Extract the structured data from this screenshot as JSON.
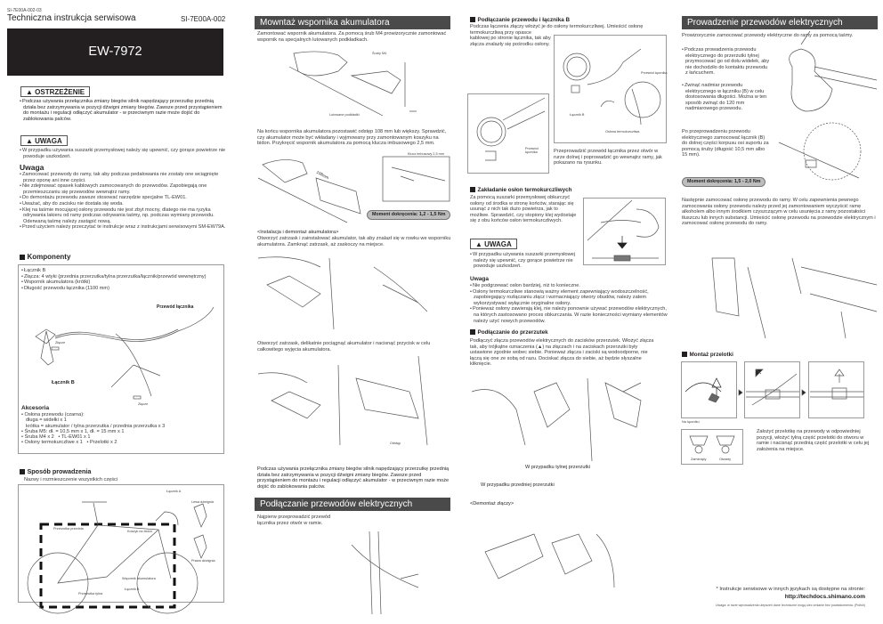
{
  "header": {
    "doc_code": "SI-7E00A-002-03",
    "title": "Techniczna instrukcja serwisowa",
    "doc_number": "SI-7E00A-002",
    "model": "EW-7972"
  },
  "warning": {
    "label": "OSTRZEŻENIE",
    "text": "Podczas używania przełącznika zmiany biegów silnik napędzający przerzutkę przednią działa bez zatrzymywania w pozycji dźwigni zmiany biegów. Zawsze przed przystąpieniem do montażu i regulacji odłączyć akumulator - w przeciwnym razie może dojść do zablokowania palców."
  },
  "caution": {
    "label": "UWAGA",
    "text": "W przypadku używania suszarki przemysłowej należy się upewnić, czy gorące powietrze nie powoduje uszkodzeń."
  },
  "notes": {
    "title": "Uwaga",
    "items": [
      "Zamocować przewody do ramy, tak aby podczas pedałowania nie zostały one wciągnięte przez oponę ani inne części.",
      "Nie zdejmować opasek kablowych zamocowanych do przewodów. Zapobiegają one przemieszczaniu się przewodów wewnątrz ramy.",
      "Do demontażu przewodu zawsze stosować narzędzie specjalne TL-EW01.",
      "Uważać, aby do zacisku nie dostała się woda.",
      "Klej na taśmie mocującej osłony przewodu nie jest zbyt mocny, dlatego nie ma ryzyka odrywania lakieru od ramy podczas odrywania taśmy, np. podczas wymiany przewodu. Oderwaną taśmę należy zastąpić nową.",
      "Przed użyciem należy przeczytać te instrukcje wraz z instrukcjami serwisowymi SM-EW79A."
    ]
  },
  "components": {
    "title": "Komponenty",
    "items": [
      "Łącznik B",
      "Złącza: 4 wtyki (przednia przerzutka/tylna przerzutka/łącznik/przewód wewnętrzny)",
      "Wspornik akumulatora (krótki)",
      "Długość przewodu łącznika (1100 mm)"
    ],
    "labels": {
      "cable": "Przewód łącznika",
      "plug1": "Złącze",
      "junction_b": "Łącznik B",
      "plug2": "Złącze"
    },
    "accessories_title": "Akcesoria",
    "accessories": [
      "Osłona przewodu (czarna):",
      "długa = widełki x 1",
      "krótka = akumulator / tylna przerzutka / przednia przerzutka x 3",
      "Śruba M5: dł. = 10,5 mm x 1, dł. = 15 mm x 1",
      "Śruba M4 x 2",
      "TL-EW01 x 1",
      "Osłony termokurczliwe x 1",
      "Przelotki x 2"
    ]
  },
  "routing": {
    "title": "Sposób prowadzenia",
    "subtitle": "Nazwy i rozmieszczenie wszystkich części",
    "labels": {
      "junction_a": "Łącznik A",
      "left_lever": "Lewa dźwignia",
      "right_lever": "Prawa dźwignia",
      "front_der": "Przerzutka przednia",
      "bottle_cage": "Koszyk na bidon",
      "battery_mount": "Wspornik akumulatora",
      "rear_der": "Przerzutka tylna",
      "junction_b": "Łącznik B"
    }
  },
  "battery_mount": {
    "title": "Mowntaż wspornika akumulatora",
    "text1": "Zamontować wspornik akumulatora. Za pomocą śrub M4 prowizorycznie zamontować wspornik na specjalnych lutowanych podkładkach.",
    "label_screws": "Śruby M4",
    "label_bosses": "Lutowane podkładki",
    "text2": "Na końcu wspornika akumulatora pozostawić odstęp 108 mm lub większy. Sprawdzić, czy akumulator może być wkładany i wyjmowany przy zamontowanym koszyku na bidon. Przykręcić wspornik akumulatora za pomocą klucza imbusowego 2,5 mm.",
    "label_key": "Klucz imbusowy 2,5 mm",
    "dimension": "108mm",
    "torque": "Moment dokręcenia: 1,2 - 1,5 Nm",
    "install_title": "<Instalacja i demontaż akumulatora>",
    "install_text": "Otworzyć zatrzask i zainstalować akumulator, tak aby znalazł się w rowku we wsporniku akumulatora. Zamknąć zatrzask, aż zaskoczy na miejsce.",
    "remove_text": "Otworzyć zatrzask, delikatnie pociągnąć akumulator i nacisnąć przycisk w celu całkowitego wyjęcia akumulatora.",
    "label_gap": "Odstęp",
    "warning_text": "Podczas używania przełącznika zmiany biegów silnik napędzający przerzutkę przednią działa bez zatrzymywania w pozycji dźwigni zmiany biegów. Zawsze przed przystąpieniem do montażu i regulacji odłączyć akumulator - w przeciwnym razie może dojść do zablokowania palców."
  },
  "wire_connect": {
    "title": "Podłączanie przewodów elektrycznych",
    "text": "Najpierw przeprowadzić przewód łącznika przez otwór w ramie."
  },
  "junction_connect": {
    "title": "Podłączanie przewodu i łącznika B",
    "text": "Podczas łączenia złączy włożyć je do osłony termokurczliwej. Umieścić osłonę termokurczliwą przy opasce kablowej po stronie łącznika, tak aby złącza znalazły się pośrodku osłony.",
    "label_cable": "Przewód łącznika",
    "label_junction": "Łącznik B",
    "label_tube": "Osłona termokurczliwa",
    "label_cable2": "Przewód łącznika",
    "text2": "Przeprowadzić przewód łącznika przez otwór w rurze dolnej i poprowadzić go wewnątrz ramy, jak pokazano na rysunku."
  },
  "heat_shrink": {
    "title": "Zakładanie osłon termokurczliwych",
    "text": "Za pomocą suszarki przemysłowej obkurczyć osłony od środka w stronę końców, starając się usunąć z nich tak dużo powietrza, jak to możliwe. Sprawdzić, czy stopiony klej wydostaje się z obu końców osłon termokurczliwych.",
    "caution_label": "UWAGA",
    "caution_text": "W przypadku używania suszarki przemysłowej należy się upewnić, czy gorące powietrze nie powoduje uszkodzeń.",
    "notes_title": "Uwaga",
    "notes": [
      "Nie podgrzewać osłon bardziej, niż to konieczne.",
      "Osłony termokurczliwe stanowią ważny element zapewniający wodoszczelność, zapobiegający rozłączaniu złącz i wzmacniający otwory obudów, należy zatem wykorzystywać wyłącznie oryginalne osłony.",
      "Ponieważ osłony zawierają klej, nie należy ponownie używać przewodów elektrycznych, na których zastosowano proces obkurczania. W razie konieczności wymiany elementów należy użyć nowych przewodów."
    ]
  },
  "derailleur_connect": {
    "title": "Podłączanie do przerzutek",
    "text": "Podłączyć złącza przewodów elektrycznych do zacisków przerzutek. Włożyć złącza tak, aby trójkątne oznaczenia (▲) na złączach i na zaciskach przerzutki były ustawione zgodnie wobec siebie. Ponieważ złącza i zaciski są wodoodporne, nie łączą się one ze sobą od razu. Dociskać złącza do siebie, aż będzie słyszalne kliknięcie.",
    "rear_caption": "W przypadku tylnej przerzutki",
    "front_caption": "W przypadku przedniej przerzutki",
    "disconnect_title": "<Demontaż złączy>"
  },
  "routing_wires": {
    "title": "Prowadzenie przewodów elektrycznych",
    "intro": "Prowizorycznie zamocować przewody elektryczne do ramy za pomocą taśmy.",
    "items": [
      "Podczas prowadzenia przewodu elektrycznego do przerzutki tylnej przymocować go od dołu widelek, aby nie dochodziło do kontaktu przewodu z łańcuchem.",
      "Zwinąć nadmiar przewodu elektrycznego w łączniku (B) w celu dostosowania długości. Można w ten sposób zwinąć do 120 mm nadmiarowego przewodu."
    ],
    "text2": "Po przeprowadzeniu przewodu elektrycznego zamocować łącznik (B) do dolnej części korpusu osi suportu za pomocą śruby (długość 10,5 mm albo 15 mm).",
    "torque": "Moment dokręcenia: 1,5 - 2,0 Nm",
    "text3": "Następnie zamocować osłonę przewodu do ramy. W celu zapewnienia pewnego zamocowania osłony przewodu należy przed jej zamontowaniem wyczyścić ramę alkoholem albo innym środkiem czyszczącym w celu usunięcia z ramy pozostałości tłuszczu lub innych substancji. Umieścić osłonę przewodu na przewodzie elektrycznym i zamocować osłonę przewodu do ramy."
  },
  "grommet": {
    "title": "Montaż przelotki",
    "label_bottom": "Na łączniku",
    "label_closed": "Zamknięty",
    "label_open": "Otwarty",
    "text": "Założyć przelotkę na przewody w odpowiedniej pozycji, włożyć tylną część przelotki do otworu w ramie i nacisnąć przednią część przelotki w celu jej założenia na miejsce."
  },
  "footer": {
    "note": "* Instrukcje serwisowe w innych językach są dostępne na stronie:",
    "url": "http://techdocs.shimano.com",
    "disclaimer": "Uwaga: w razie wprowadzenia ulepszeń dane techniczne mogą ulec zmianie bez powiadomienia. (Polish)"
  },
  "colors": {
    "title_bar": "#4a4a4a",
    "model_box": "#231f20",
    "badge": "#bdbdbd"
  }
}
